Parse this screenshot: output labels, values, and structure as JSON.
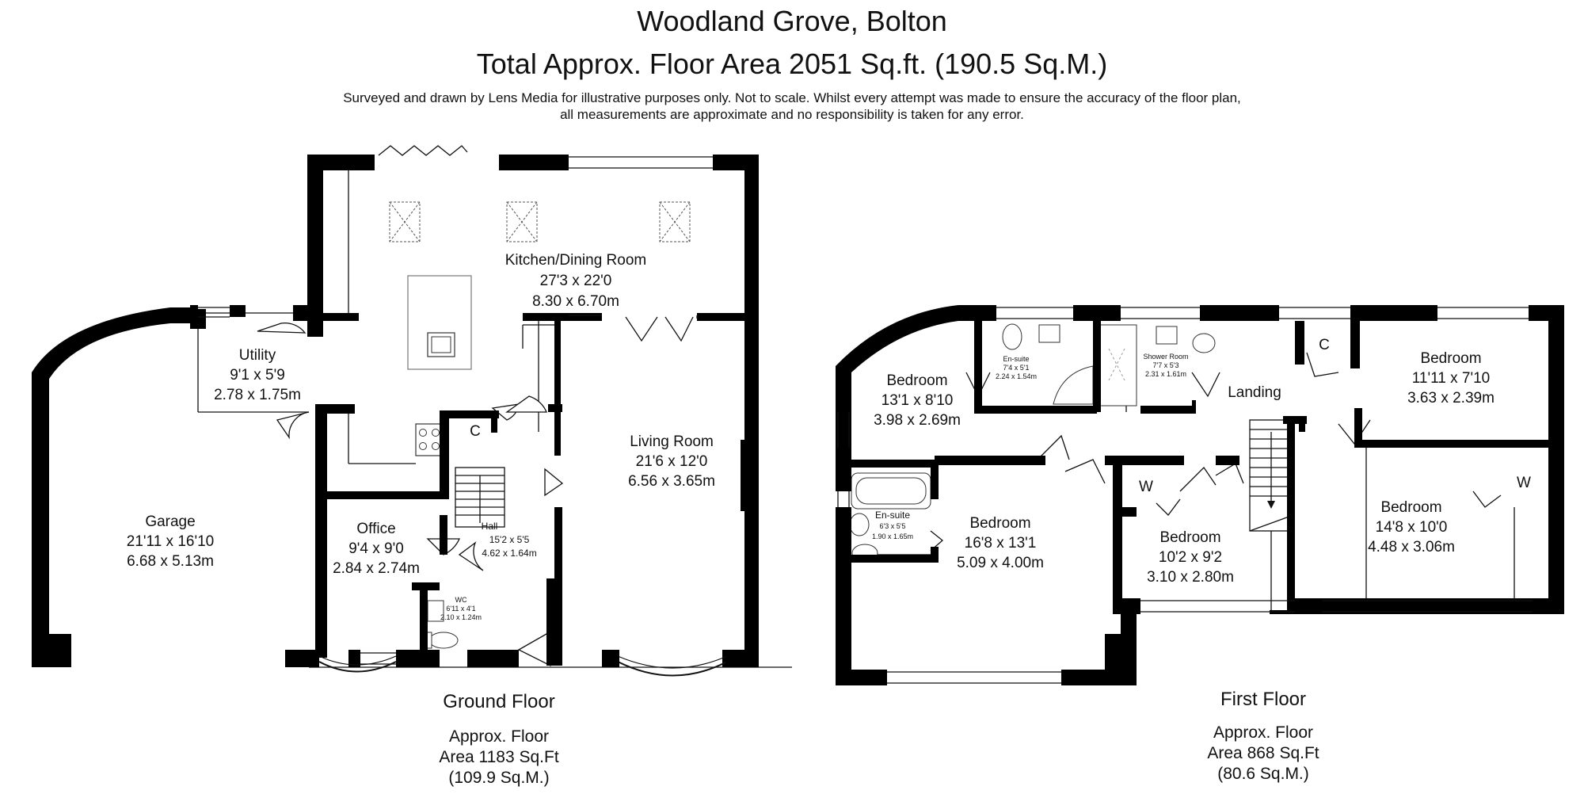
{
  "header": {
    "title": "Woodland Grove, Bolton",
    "subtitle": "Total Approx. Floor Area 2051 Sq.ft. (190.5 Sq.M.)",
    "disclaimer_line1": "Surveyed and drawn by Lens Media for illustrative purposes only. Not to scale. Whilst every attempt was made to ensure the accuracy of the floor plan,",
    "disclaimer_line2": "all measurements are approximate and no responsibility is taken for any error."
  },
  "ground_floor": {
    "label": "Ground Floor",
    "area_line1": "Approx. Floor",
    "area_line2": "Area 1183 Sq.Ft",
    "area_line3": "(109.9 Sq.M.)",
    "rooms": {
      "kitchen": {
        "name": "Kitchen/Dining Room",
        "imperial": "27'3 x 22'0",
        "metric": "8.30 x 6.70m"
      },
      "utility": {
        "name": "Utility",
        "imperial": "9'1 x 5'9",
        "metric": "2.78 x 1.75m"
      },
      "garage": {
        "name": "Garage",
        "imperial": "21'11 x 16'10",
        "metric": "6.68 x 5.13m"
      },
      "living": {
        "name": "Living Room",
        "imperial": "21'6 x 12'0",
        "metric": "6.56 x 3.65m"
      },
      "office": {
        "name": "Office",
        "imperial": "9'4 x 9'0",
        "metric": "2.84 x 2.74m"
      },
      "hall": {
        "name": "Hall",
        "imperial": "15'2 x 5'5",
        "metric": "4.62 x 1.64m"
      },
      "wc": {
        "name": "WC",
        "imperial": "6'11 x 4'1",
        "metric": "2.10 x 1.24m"
      },
      "cupboard": {
        "name": "C"
      }
    }
  },
  "first_floor": {
    "label": "First Floor",
    "area_line1": "Approx. Floor",
    "area_line2": "Area 868 Sq.Ft",
    "area_line3": "(80.6 Sq.M.)",
    "rooms": {
      "bedroom1": {
        "name": "Bedroom",
        "imperial": "13'1 x 8'10",
        "metric": "3.98 x 2.69m"
      },
      "ensuite1": {
        "name": "En-suite",
        "imperial": "7'4 x 5'1",
        "metric": "2.24 x 1.54m"
      },
      "shower": {
        "name": "Shower Room",
        "imperial": "7'7 x 5'3",
        "metric": "2.31 x 1.61m"
      },
      "landing": {
        "name": "Landing"
      },
      "cupboard": {
        "name": "C"
      },
      "bedroom2": {
        "name": "Bedroom",
        "imperial": "11'11 x 7'10",
        "metric": "3.63 x 2.39m"
      },
      "ensuite2": {
        "name": "En-suite",
        "imperial": "6'3 x 5'5",
        "metric": "1.90 x 1.65m"
      },
      "bedroom3": {
        "name": "Bedroom",
        "imperial": "16'8 x 13'1",
        "metric": "5.09 x 4.00m"
      },
      "bedroom4": {
        "name": "Bedroom",
        "imperial": "10'2 x 9'2",
        "metric": "3.10 x 2.80m"
      },
      "bedroom5": {
        "name": "Bedroom",
        "imperial": "14'8 x 10'0",
        "metric": "4.48 x 3.06m"
      },
      "wardrobe_a": {
        "name": "W"
      },
      "wardrobe_b": {
        "name": "W"
      }
    }
  }
}
